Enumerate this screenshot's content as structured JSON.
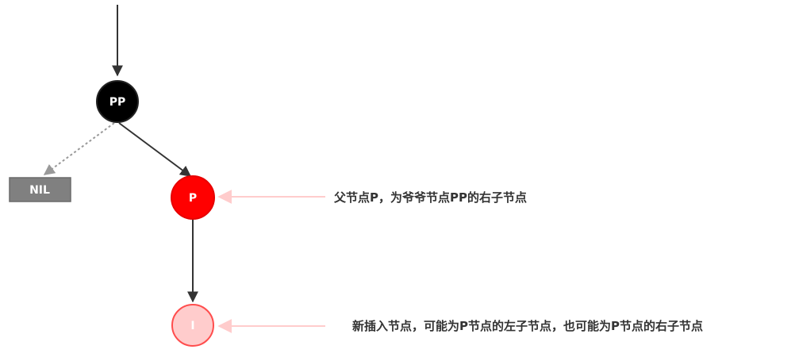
{
  "nodes": {
    "grandparent": {
      "label": "PP",
      "color": "#000000"
    },
    "parent": {
      "label": "P",
      "color": "#ff0000"
    },
    "inserted": {
      "label": "I",
      "color": "#ffcccc",
      "stroke": "#ff4d4d"
    },
    "nil": {
      "label": "NIL",
      "color": "#808080"
    }
  },
  "annotations": {
    "parent_note": "父节点P，为爷爷节点PP的右子节点",
    "inserted_note": "新插入节点，可能为P节点的左子节点，也可能为P节点的右子节点"
  },
  "colors": {
    "edge": "#333333",
    "nil_edge": "#999999",
    "pointer_arrow": "#ffcccc"
  }
}
